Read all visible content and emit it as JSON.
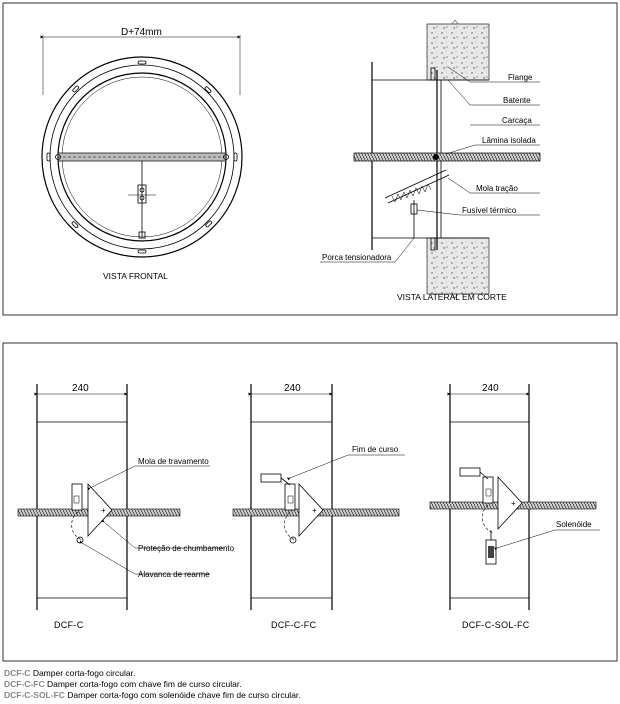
{
  "top_panel": {
    "front_view": {
      "dimension": "D+74mm",
      "caption": "VISTA FRONTAL"
    },
    "section_view": {
      "caption": "VISTA LATERAL EM CORTE",
      "labels": {
        "flange": "Flange",
        "batente": "Batente",
        "carcaca": "Carcaça",
        "lamina": "Lâmina isolada",
        "mola": "Mola tração",
        "fusivel": "Fusível térmico",
        "porca": "Porca tensionadora"
      }
    }
  },
  "bottom_panel": {
    "models": [
      {
        "dimension": "240",
        "code": "DCF-C",
        "labels": [
          "Mola de travamento",
          "Proteção de chumbamento",
          "Alavanca de rearme"
        ]
      },
      {
        "dimension": "240",
        "code": "DCF-C-FC",
        "labels": [
          "Fim de curso"
        ]
      },
      {
        "dimension": "240",
        "code": "DCF-C-SOL-FC",
        "labels": [
          "Solenóide"
        ]
      }
    ]
  },
  "notes": [
    {
      "code": "DCF-C",
      "text": " Damper corta-fogo circular."
    },
    {
      "code": "DCF-C-FC",
      "text": " Damper corta-fogo com chave fim de curso circular."
    },
    {
      "code": "DCF-C-SOL-FC",
      "text": " Damper corta-fogo com solenóide chave fim de curso circular."
    }
  ]
}
